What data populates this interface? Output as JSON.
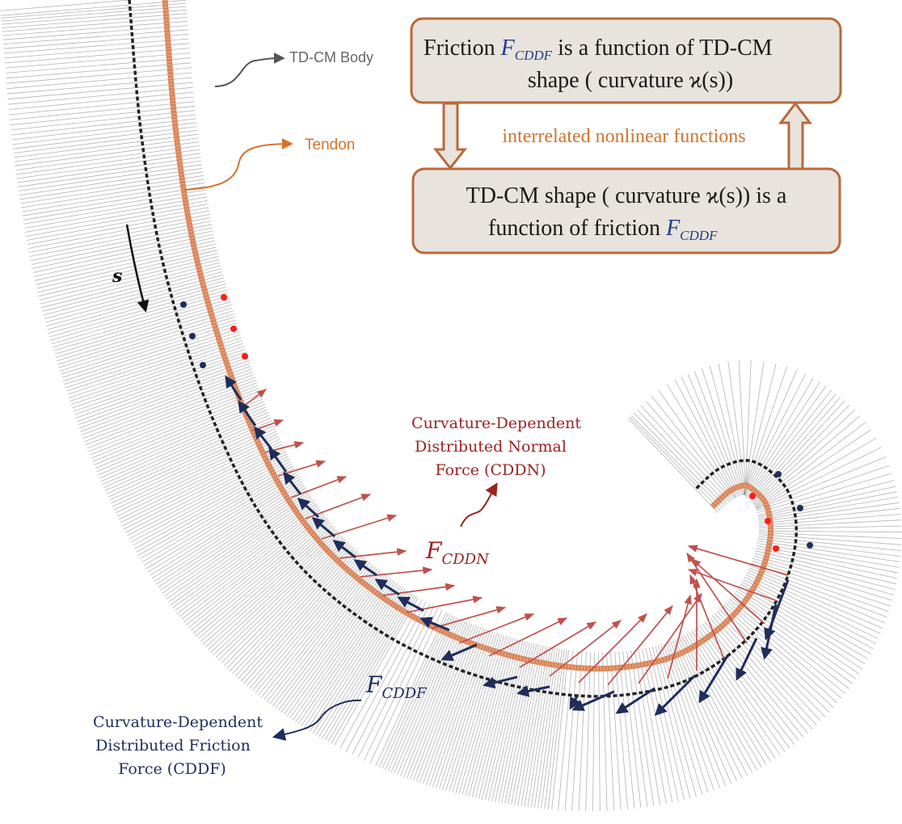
{
  "labels": {
    "body": "TD-CM Body",
    "tendon": "Tendon",
    "s": "s",
    "f_cddn": "F",
    "f_cddn_sub": "CDDN",
    "f_cddf": "F",
    "f_cddf_sub": "CDDF",
    "cddn_line1": "Curvature-Dependent",
    "cddn_line2": "Distributed  Normal",
    "cddn_line3": "Force  (CDDN)",
    "cddf_line1": "Curvature-Dependent",
    "cddf_line2": "Distributed  Friction",
    "cddf_line3": "Force  (CDDF)"
  },
  "top_box": {
    "line1_a": "Friction ",
    "line1_f": "F",
    "line1_sub": "CDDF",
    "line1_b": " is a function of TD-CM",
    "line2": "shape ( curvature ϰ(s))"
  },
  "middle_text": "interrelated nonlinear functions",
  "bottom_box": {
    "line1": "TD-CM shape ( curvature ϰ(s))  is a",
    "line2_a": "function of friction ",
    "line2_f": "F",
    "line2_sub": "CDDF"
  },
  "colors": {
    "tendon": "#d9855a",
    "orange_text": "#d5732b",
    "normal_arrow": "#c0504d",
    "normal_text": "#9b2222",
    "friction_arrow": "#1f2d5c",
    "friction_text": "#1f2d5c",
    "box_fill": "#e8e3dc",
    "box_stroke": "#b8693a",
    "gray_text": "#666666"
  }
}
